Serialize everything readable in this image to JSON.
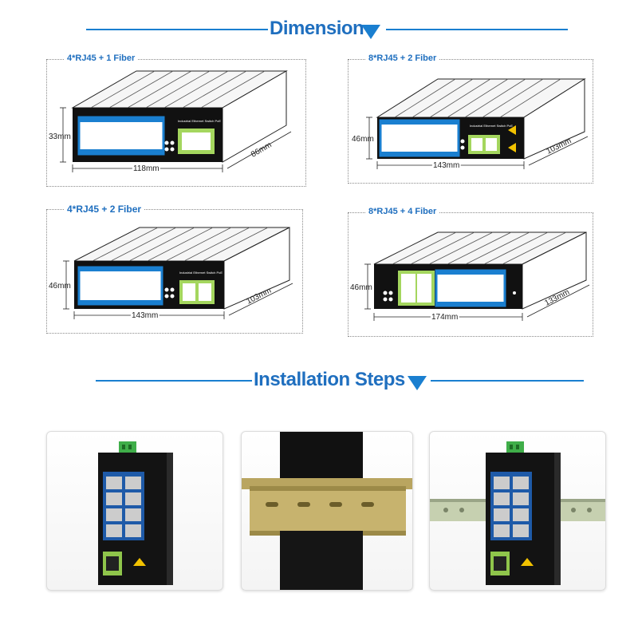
{
  "headings": {
    "dimension": "Dimension",
    "installation": "Installation Steps"
  },
  "colors": {
    "accent_blue": "#1a7fd0",
    "heading_blue": "#1f6fbf",
    "sfp_green": "#a4d65e",
    "panel_black": "#111111"
  },
  "diagrams": [
    {
      "label": "4*RJ45 + 1 Fiber",
      "height": "33mm",
      "width": "118mm",
      "depth": "86mm"
    },
    {
      "label": "8*RJ45 + 2 Fiber",
      "height": "46mm",
      "width": "143mm",
      "depth": "103mm"
    },
    {
      "label": "4*RJ45 + 2 Fiber",
      "height": "46mm",
      "width": "143mm",
      "depth": "103mm"
    },
    {
      "label": "8*RJ45 + 4 Fiber",
      "height": "46mm",
      "width": "174mm",
      "depth": "133mm"
    }
  ],
  "panel_text": {
    "industrial_switch": "Industrial Ethernet Switch PoE"
  },
  "photos": [
    {
      "caption": "switch-front-view"
    },
    {
      "caption": "din-rail-clip-closeup"
    },
    {
      "caption": "switch-mounted-on-rail"
    }
  ]
}
